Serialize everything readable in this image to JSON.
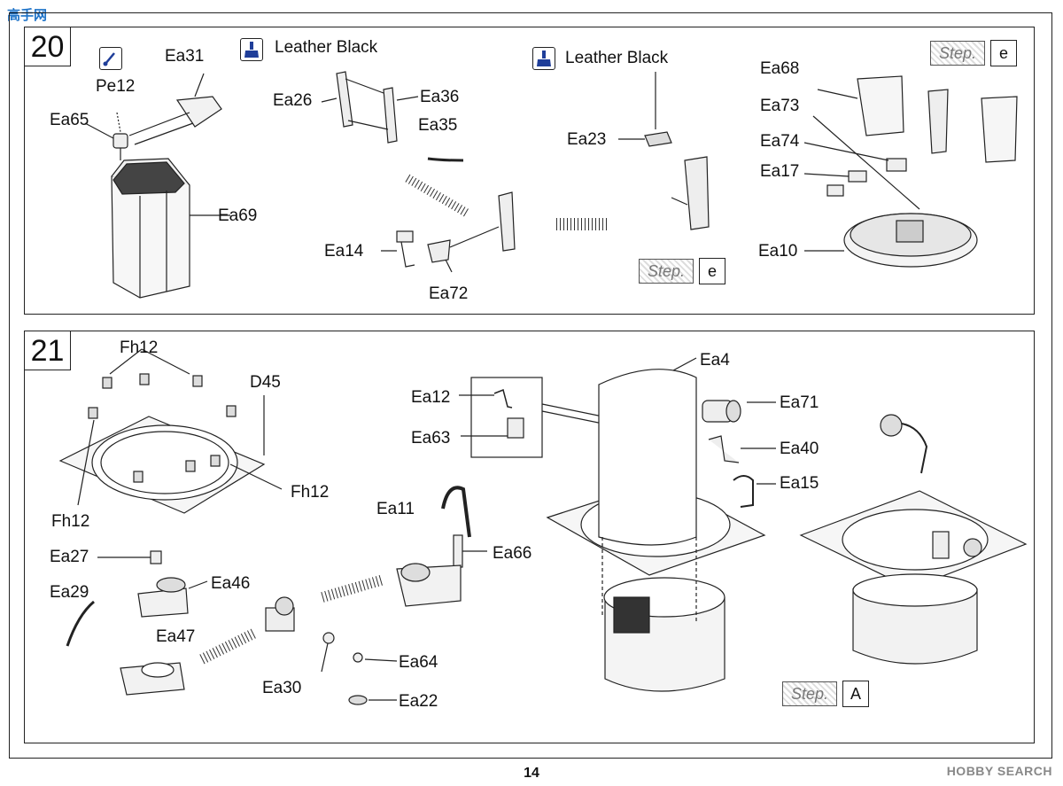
{
  "watermark": "高手网",
  "page_number": "14",
  "hobbysearch": "HOBBY SEARCH",
  "step20": {
    "number": "20",
    "paint_left": "Leather Black",
    "paint_right": "Leather Black",
    "step_tag_mid": {
      "word": "Step.",
      "letter": "e"
    },
    "step_tag_right": {
      "word": "Step.",
      "letter": "e"
    },
    "labels": {
      "ea31": "Ea31",
      "pe12": "Pe12",
      "ea65": "Ea65",
      "ea69": "Ea69",
      "ea26": "Ea26",
      "ea36": "Ea36",
      "ea35": "Ea35",
      "ea14": "Ea14",
      "ea72": "Ea72",
      "ea23": "Ea23",
      "ea68": "Ea68",
      "ea73": "Ea73",
      "ea74": "Ea74",
      "ea17": "Ea17",
      "ea10": "Ea10"
    }
  },
  "step21": {
    "number": "21",
    "step_tag": {
      "word": "Step.",
      "letter": "A"
    },
    "labels": {
      "fh12_top": "Fh12",
      "d45": "D45",
      "fh12_right": "Fh12",
      "fh12_left": "Fh12",
      "ea27": "Ea27",
      "ea46": "Ea46",
      "ea29": "Ea29",
      "ea47": "Ea47",
      "ea30": "Ea30",
      "ea64": "Ea64",
      "ea22": "Ea22",
      "ea11": "Ea11",
      "ea66": "Ea66",
      "ea12": "Ea12",
      "ea63": "Ea63",
      "ea4": "Ea4",
      "ea71": "Ea71",
      "ea40": "Ea40",
      "ea15": "Ea15"
    }
  }
}
